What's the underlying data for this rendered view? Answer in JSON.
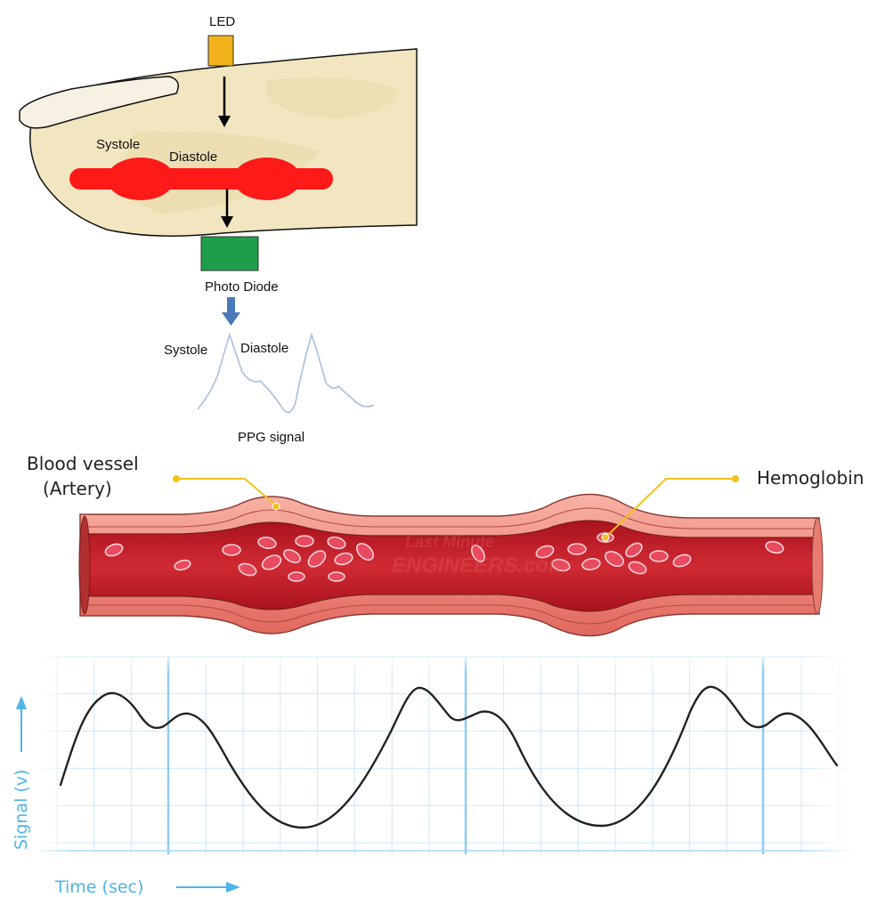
{
  "finger_diagram": {
    "led_label": "LED",
    "systole_label": "Systole",
    "diastole_label": "Diastole",
    "photodiode_label": "Photo Diode"
  },
  "ppg_small": {
    "systole_label": "Systole",
    "diastole_label": "Diastole",
    "signal_label": "PPG signal"
  },
  "vessel": {
    "vessel_label_line1": "Blood vessel",
    "vessel_label_line2": "(Artery)",
    "hemoglobin_label": "Hemoglobin",
    "watermark_line1": "Last Minute",
    "watermark_line2": "ENGINEERS.com"
  },
  "signal_chart": {
    "ylabel": "Signal (v)",
    "xlabel": "Time (sec)"
  },
  "colors": {
    "led": "#f2b21a",
    "photodiode": "#1e9e4a",
    "finger_skin": "#f2e6c0",
    "blood": "#ff1a1a",
    "vessel_wall": "#f08a7e",
    "vessel_lumen": "#c7202a",
    "grid": "#b9def6",
    "axis_text": "#4fb3ea",
    "pointer": "#f2c21a"
  }
}
